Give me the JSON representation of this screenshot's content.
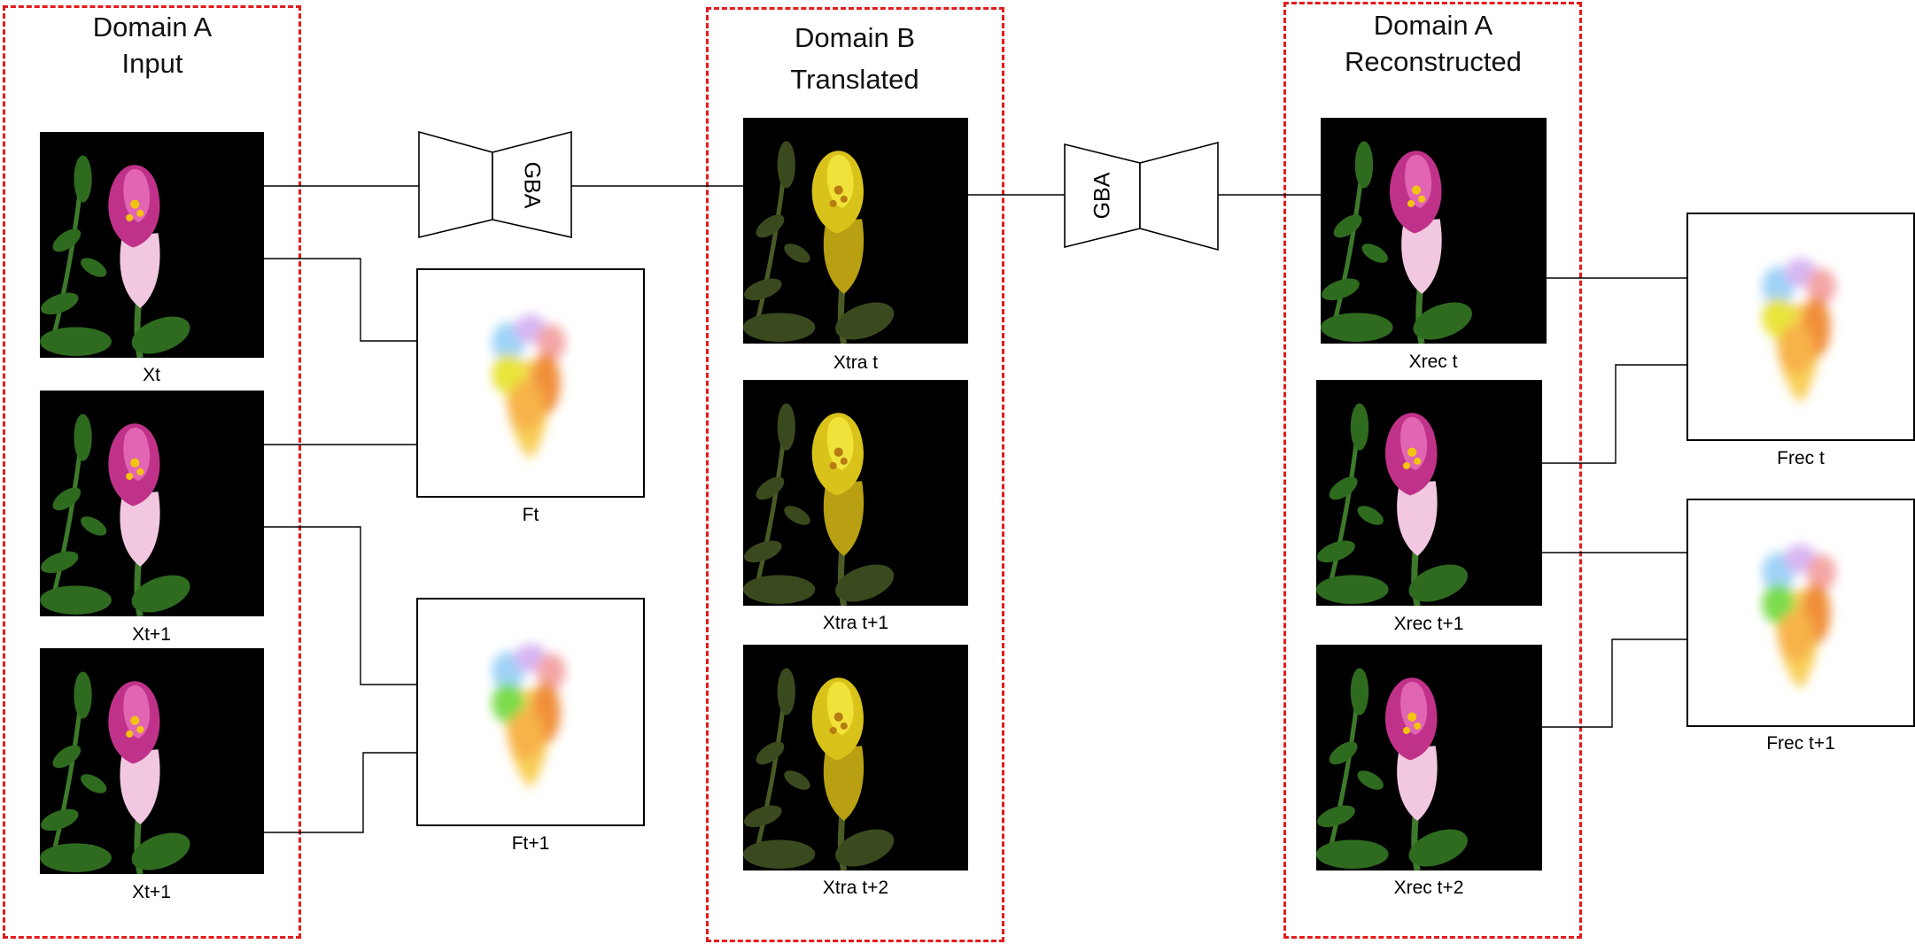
{
  "columns": {
    "input": {
      "title_line1": "Domain A",
      "title_line2": "Input"
    },
    "translated": {
      "title_line1": "Domain B",
      "title_line2": "Translated"
    },
    "reconstructed": {
      "title_line1": "Domain A",
      "title_line2": "Reconstructed"
    }
  },
  "generators": {
    "first": "GBA",
    "second": "GBA"
  },
  "captions": {
    "x_t": "Xt",
    "x_t1_a": "Xt+1",
    "x_t1_b": "Xt+1",
    "f_t": "Ft",
    "f_t1": "Ft+1",
    "xtra_t": "Xtra t",
    "xtra_t1": "Xtra t+1",
    "xtra_t2": "Xtra t+2",
    "xrec_t": "Xrec t",
    "xrec_t1": "Xrec t+1",
    "xrec_t2": "Xrec t+2",
    "frec_t": "Frec t",
    "frec_t1": "Frec t+1"
  },
  "colors": {
    "domain_border": "#e31b1b",
    "connector": "#000000",
    "photo_background": "#000000"
  }
}
